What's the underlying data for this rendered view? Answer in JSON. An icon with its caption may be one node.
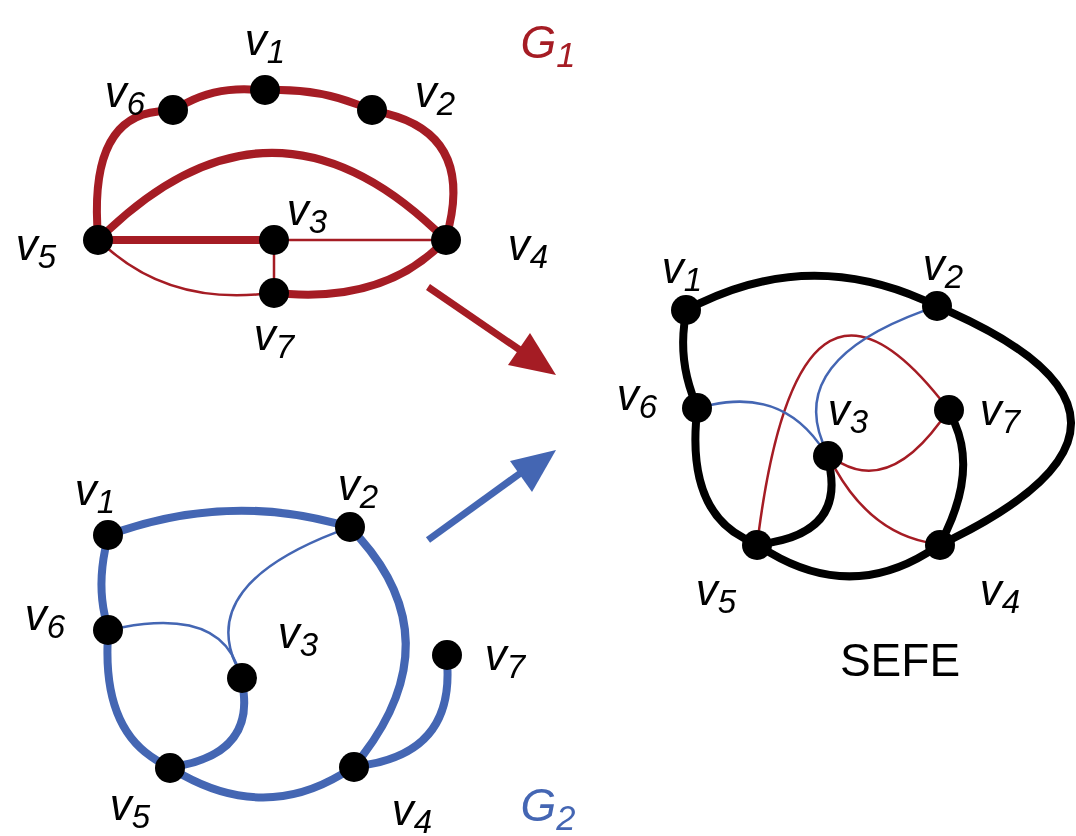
{
  "diagram": {
    "nodes": [
      {
        "text": [],
        "shape": "circle",
        "beside": [
          "v$_{1}$"
        ]
      },
      {
        "text": [],
        "shape": "circle",
        "beside": [
          "v$_{2}$"
        ]
      },
      {
        "text": [],
        "shape": "circle",
        "beside": [
          "v$_{6}$"
        ]
      },
      {
        "text": [],
        "shape": "circle",
        "beside": [
          "v$_{5}$"
        ]
      },
      {
        "text": [],
        "shape": "circle",
        "beside": [
          "v$_{3}$"
        ]
      },
      {
        "text": [],
        "shape": "circle",
        "beside": [
          "v$_{4}$"
        ]
      },
      {
        "text": [],
        "shape": "circle",
        "beside": [
          "v$_{7}$"
        ]
      },
      {
        "text": [],
        "shape": "circle",
        "beside": [
          "v$_{1}$"
        ]
      },
      {
        "text": [],
        "shape": "circle",
        "beside": [
          "v$_{2}$"
        ]
      },
      {
        "text": [],
        "shape": "circle",
        "beside": [
          "v$_{6}$"
        ]
      },
      {
        "text": [],
        "shape": "circle",
        "beside": [
          "v$_{3}$"
        ]
      },
      {
        "text": [],
        "shape": "circle",
        "beside": [
          "v$_{7}$"
        ]
      },
      {
        "text": [],
        "shape": "circle",
        "beside": [
          "v$_{5}$"
        ]
      },
      {
        "text": [],
        "shape": "circle",
        "beside": [
          "v$_{4}$"
        ]
      },
      {
        "text": [],
        "shape": "circle",
        "beside": [
          "v$_{1}$"
        ]
      },
      {
        "text": [],
        "shape": "circle",
        "beside": [
          "v$_{2}$"
        ]
      },
      {
        "text": [],
        "shape": "circle",
        "beside": [
          "v$_{6}$"
        ]
      },
      {
        "text": [],
        "shape": "circle",
        "beside": [
          "v$_{3}$"
        ]
      },
      {
        "text": [],
        "shape": "circle",
        "beside": [
          "v$_{7}$"
        ]
      },
      {
        "text": [],
        "shape": "circle",
        "beside": [
          "v$_{5}$"
        ]
      },
      {
        "text": [],
        "shape": "circle",
        "beside": [
          "v$_{4}$"
        ]
      }
    ],
    "edges": [
      {
        "from": 2,
        "to": 0,
        "arrow": "none",
        "color": "#a51c24"
      },
      {
        "from": 0,
        "to": 1,
        "arrow": "none",
        "color": "#a51c24"
      },
      {
        "from": 1,
        "to": 5,
        "arrow": "none",
        "color": "#a51c24"
      },
      {
        "from": 2,
        "to": 3,
        "arrow": "none",
        "color": "#a51c24"
      },
      {
        "from": 3,
        "to": 5,
        "arrow": "none",
        "color": "#a51c24"
      },
      {
        "from": 3,
        "to": 4,
        "arrow": "none",
        "color": "#a51c24"
      },
      {
        "from": 4,
        "to": 5,
        "arrow": "none",
        "color": "#a51c24"
      },
      {
        "from": 4,
        "to": 6,
        "arrow": "none",
        "color": "#a51c24"
      },
      {
        "from": 3,
        "to": 6,
        "arrow": "none",
        "color": "#a51c24"
      },
      {
        "from": 6,
        "to": 5,
        "arrow": "none",
        "color": "#a51c24"
      },
      {
        "from": 7,
        "to": 8,
        "arrow": "none",
        "color": "#4466b3"
      },
      {
        "from": 7,
        "to": 9,
        "arrow": "none",
        "color": "#4466b3"
      },
      {
        "from": 9,
        "to": 12,
        "arrow": "none",
        "color": "#4466b3"
      },
      {
        "from": 12,
        "to": 13,
        "arrow": "none",
        "color": "#4466b3"
      },
      {
        "from": 8,
        "to": 13,
        "arrow": "none",
        "color": "#4466b3"
      },
      {
        "from": 9,
        "to": 10,
        "arrow": "none",
        "color": "#4466b3"
      },
      {
        "from": 8,
        "to": 10,
        "arrow": "none",
        "color": "#4466b3"
      },
      {
        "from": 10,
        "to": 12,
        "arrow": "none",
        "color": "#4466b3"
      },
      {
        "from": 11,
        "to": 13,
        "arrow": "none",
        "color": "#4466b3"
      },
      {
        "from": 14,
        "to": 15,
        "arrow": "none",
        "color": "#000000"
      },
      {
        "from": 14,
        "to": 16,
        "arrow": "none",
        "color": "#000000"
      },
      {
        "from": 16,
        "to": 19,
        "arrow": "none",
        "color": "#000000"
      },
      {
        "from": 19,
        "to": 20,
        "arrow": "none",
        "color": "#000000"
      },
      {
        "from": 15,
        "to": 20,
        "arrow": "none",
        "color": "#000000"
      },
      {
        "from": 17,
        "to": 19,
        "arrow": "none",
        "color": "#000000"
      },
      {
        "from": 18,
        "to": 20,
        "arrow": "none",
        "color": "#000000"
      },
      {
        "from": 19,
        "to": 18,
        "arrow": "none",
        "color": "#a51c24"
      },
      {
        "from": 17,
        "to": 18,
        "arrow": "none",
        "color": "#a51c24"
      },
      {
        "from": 17,
        "to": 20,
        "arrow": "none",
        "color": "#a51c24"
      },
      {
        "from": 16,
        "to": 17,
        "arrow": "none",
        "color": "#4466b3"
      },
      {
        "from": 15,
        "to": 17,
        "arrow": "none",
        "color": "#4466b3"
      }
    ],
    "labels": [
      "G$_{1}$",
      "G$_{2}$",
      "SEFE"
    ]
  }
}
